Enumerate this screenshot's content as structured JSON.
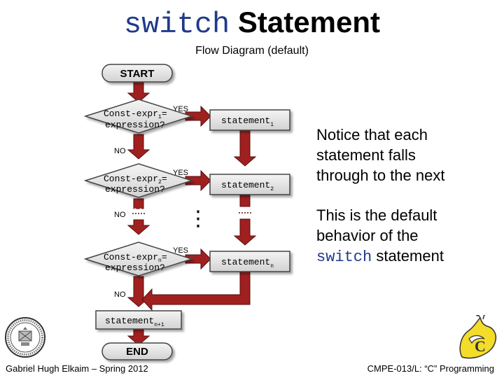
{
  "title": {
    "code": "switch",
    "word": "Statement"
  },
  "subtitle": "Flow Diagram (default)",
  "flow": {
    "start": "START",
    "end": "END",
    "yes": "YES",
    "no": "NO",
    "ellipsis": "⋮",
    "conditions": [
      {
        "line1_a": "Const-expr",
        "line1_sub": "1",
        "line1_b": "=",
        "line2": "expression?"
      },
      {
        "line1_a": "Const-expr",
        "line1_sub": "2",
        "line1_b": "=",
        "line2": "expression?"
      },
      {
        "line1_a": "Const-expr",
        "line1_sub": "n",
        "line1_b": "=",
        "line2": "expression?"
      }
    ],
    "statements": [
      {
        "base": "statement",
        "sub": "1"
      },
      {
        "base": "statement",
        "sub": "2"
      },
      {
        "base": "statement",
        "sub": "n"
      }
    ],
    "default_statement": {
      "base": "statement",
      "sub": "n+1"
    }
  },
  "notes": {
    "note1": [
      "Notice that each",
      "statement falls",
      "through to the next"
    ],
    "note2_lines": [
      "This is the default",
      "behavior of the"
    ],
    "note2_code": "switch",
    "note2_tail": " statement"
  },
  "footer": {
    "left": "Gabriel Hugh Elkaim – Spring 2012",
    "right": "CMPE-013/L: “C” Programming"
  },
  "colors": {
    "arrow": "#a02020",
    "box_fill": "#e6e6e6",
    "box_stroke": "#444444",
    "code_blue": "#1f3a8a"
  }
}
